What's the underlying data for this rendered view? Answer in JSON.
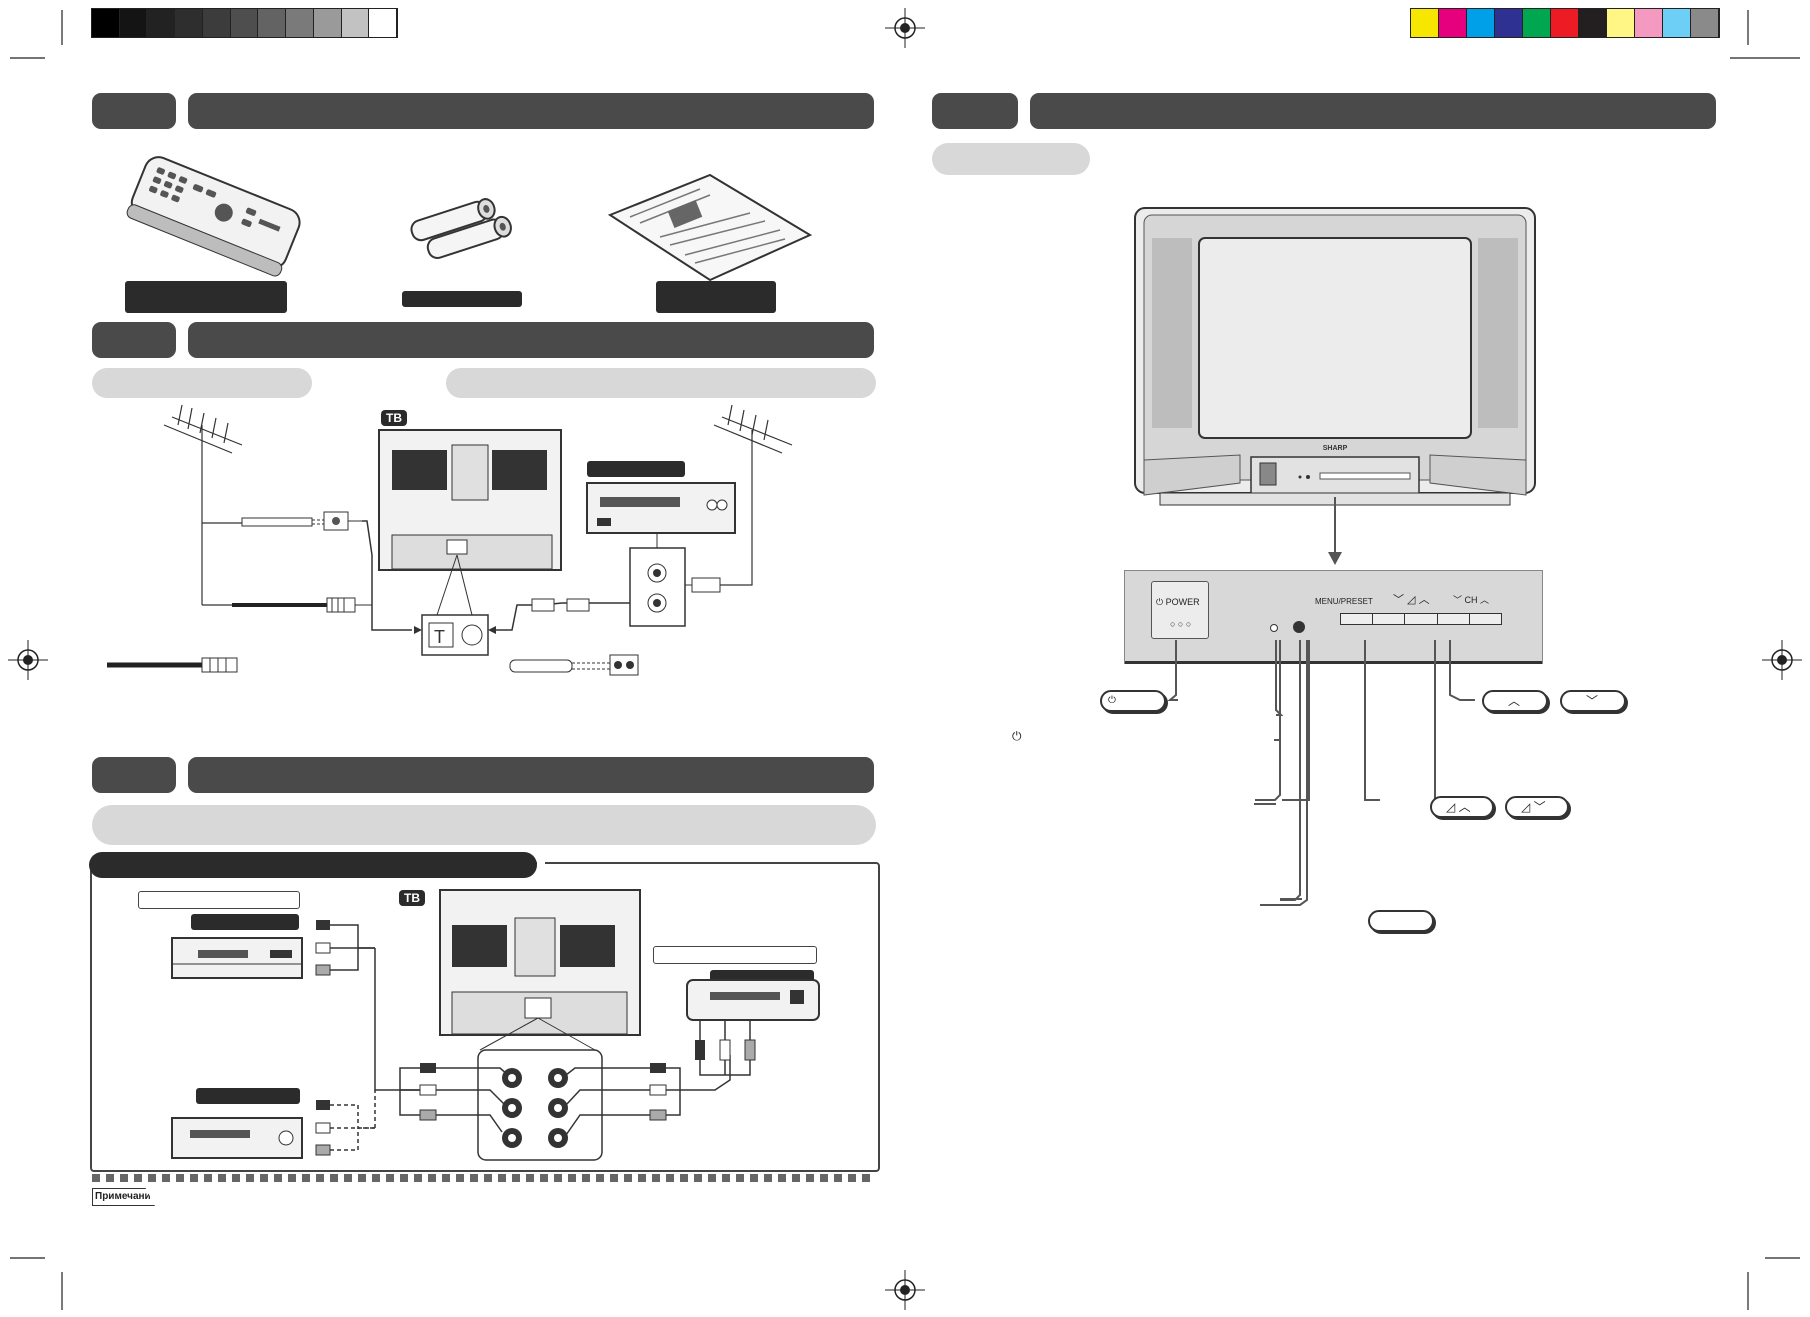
{
  "badges": {
    "tv_top": "ТВ",
    "tv_bottom": "ТВ"
  },
  "control_panel": {
    "power_label": "POWER",
    "menu_label": "MENU/PRESET",
    "ch_label": "CH",
    "brand": "SHARP"
  },
  "callouts": {
    "power_symbol": "⏻",
    "note_symbol": "⏻"
  },
  "note": {
    "label": "Примечание"
  },
  "colors": {
    "swatches_left": [
      "#000000",
      "#141414",
      "#222222",
      "#2e2e2e",
      "#3c3c3c",
      "#4e4e4e",
      "#636363",
      "#7a7a7a",
      "#9a9a9a",
      "#c2c2c2",
      "#ffffff"
    ],
    "swatches_right": [
      "#f6e600",
      "#e6007e",
      "#00a0e9",
      "#2e3192",
      "#00a650",
      "#ed1c24",
      "#231f20",
      "#fff685",
      "#f49ac1",
      "#6dcff6",
      "#8a8a8a"
    ],
    "bar_dark": "#4a4a4a",
    "bar_light": "#d8d8d8"
  }
}
